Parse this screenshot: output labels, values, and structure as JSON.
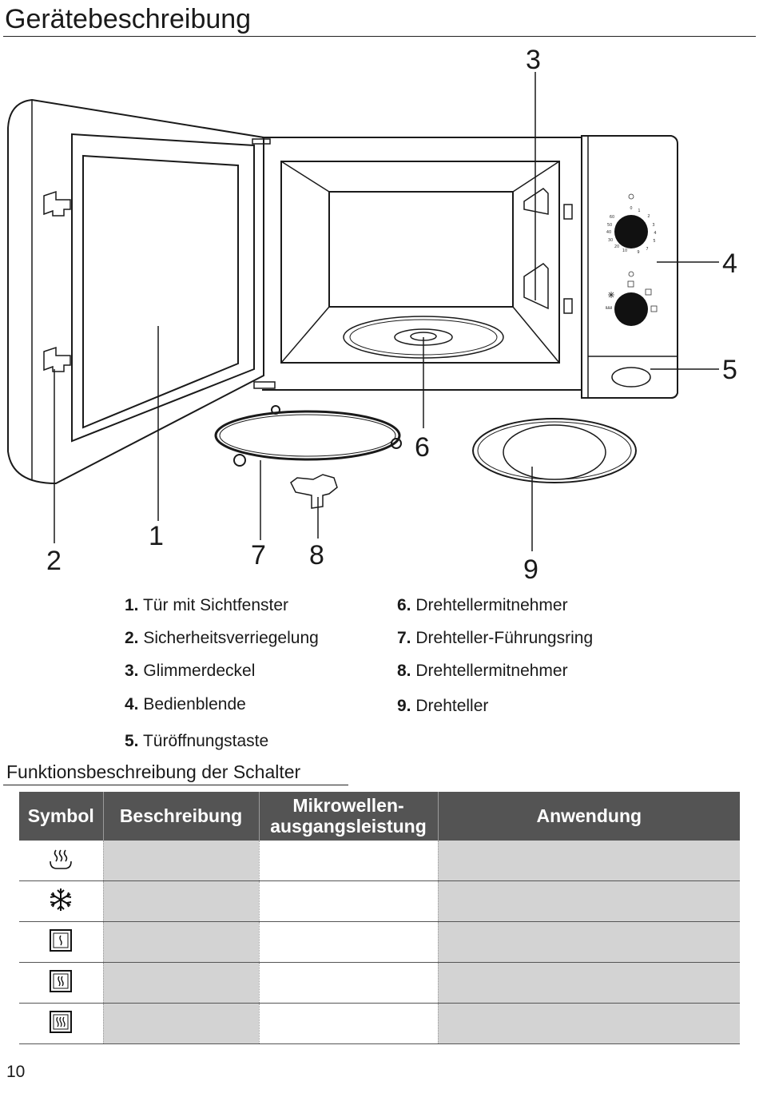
{
  "page": {
    "title": "Gerätebeschreibung",
    "subtitle": "Funktionsbeschreibung der Schalter",
    "page_number": "10"
  },
  "diagram": {
    "callouts": [
      "1",
      "2",
      "3",
      "4",
      "5",
      "6",
      "7",
      "8",
      "9"
    ],
    "timer_dial_numbers": [
      "0",
      "1",
      "2",
      "3",
      "4",
      "5",
      "7",
      "9",
      "10",
      "20",
      "30",
      "40",
      "50",
      "60"
    ]
  },
  "legend": [
    {
      "num": "1.",
      "text": "Tür mit Sichtfenster"
    },
    {
      "num": "2.",
      "text": "Sicherheitsverriegelung"
    },
    {
      "num": "3.",
      "text": "Glimmerdeckel"
    },
    {
      "num": "4.",
      "text": "Bedienblende"
    },
    {
      "num": "5.",
      "text": "Türöffnungstaste"
    },
    {
      "num": "6.",
      "text": "Drehtellermitnehmer"
    },
    {
      "num": "7.",
      "text": "Drehteller-Führungsring"
    },
    {
      "num": "8.",
      "text": "Drehtellermitnehmer"
    },
    {
      "num": "9.",
      "text": "Drehteller"
    }
  ],
  "table": {
    "headers": [
      "Symbol",
      "Beschreibung",
      "Mikrowellen-\nausgangsleistung",
      "Anwendung"
    ],
    "rows": [
      {
        "symbol": "steam-icon"
      },
      {
        "symbol": "snowflake-icon"
      },
      {
        "symbol": "power-low-icon"
      },
      {
        "symbol": "power-medium-icon"
      },
      {
        "symbol": "power-high-icon"
      }
    ]
  }
}
